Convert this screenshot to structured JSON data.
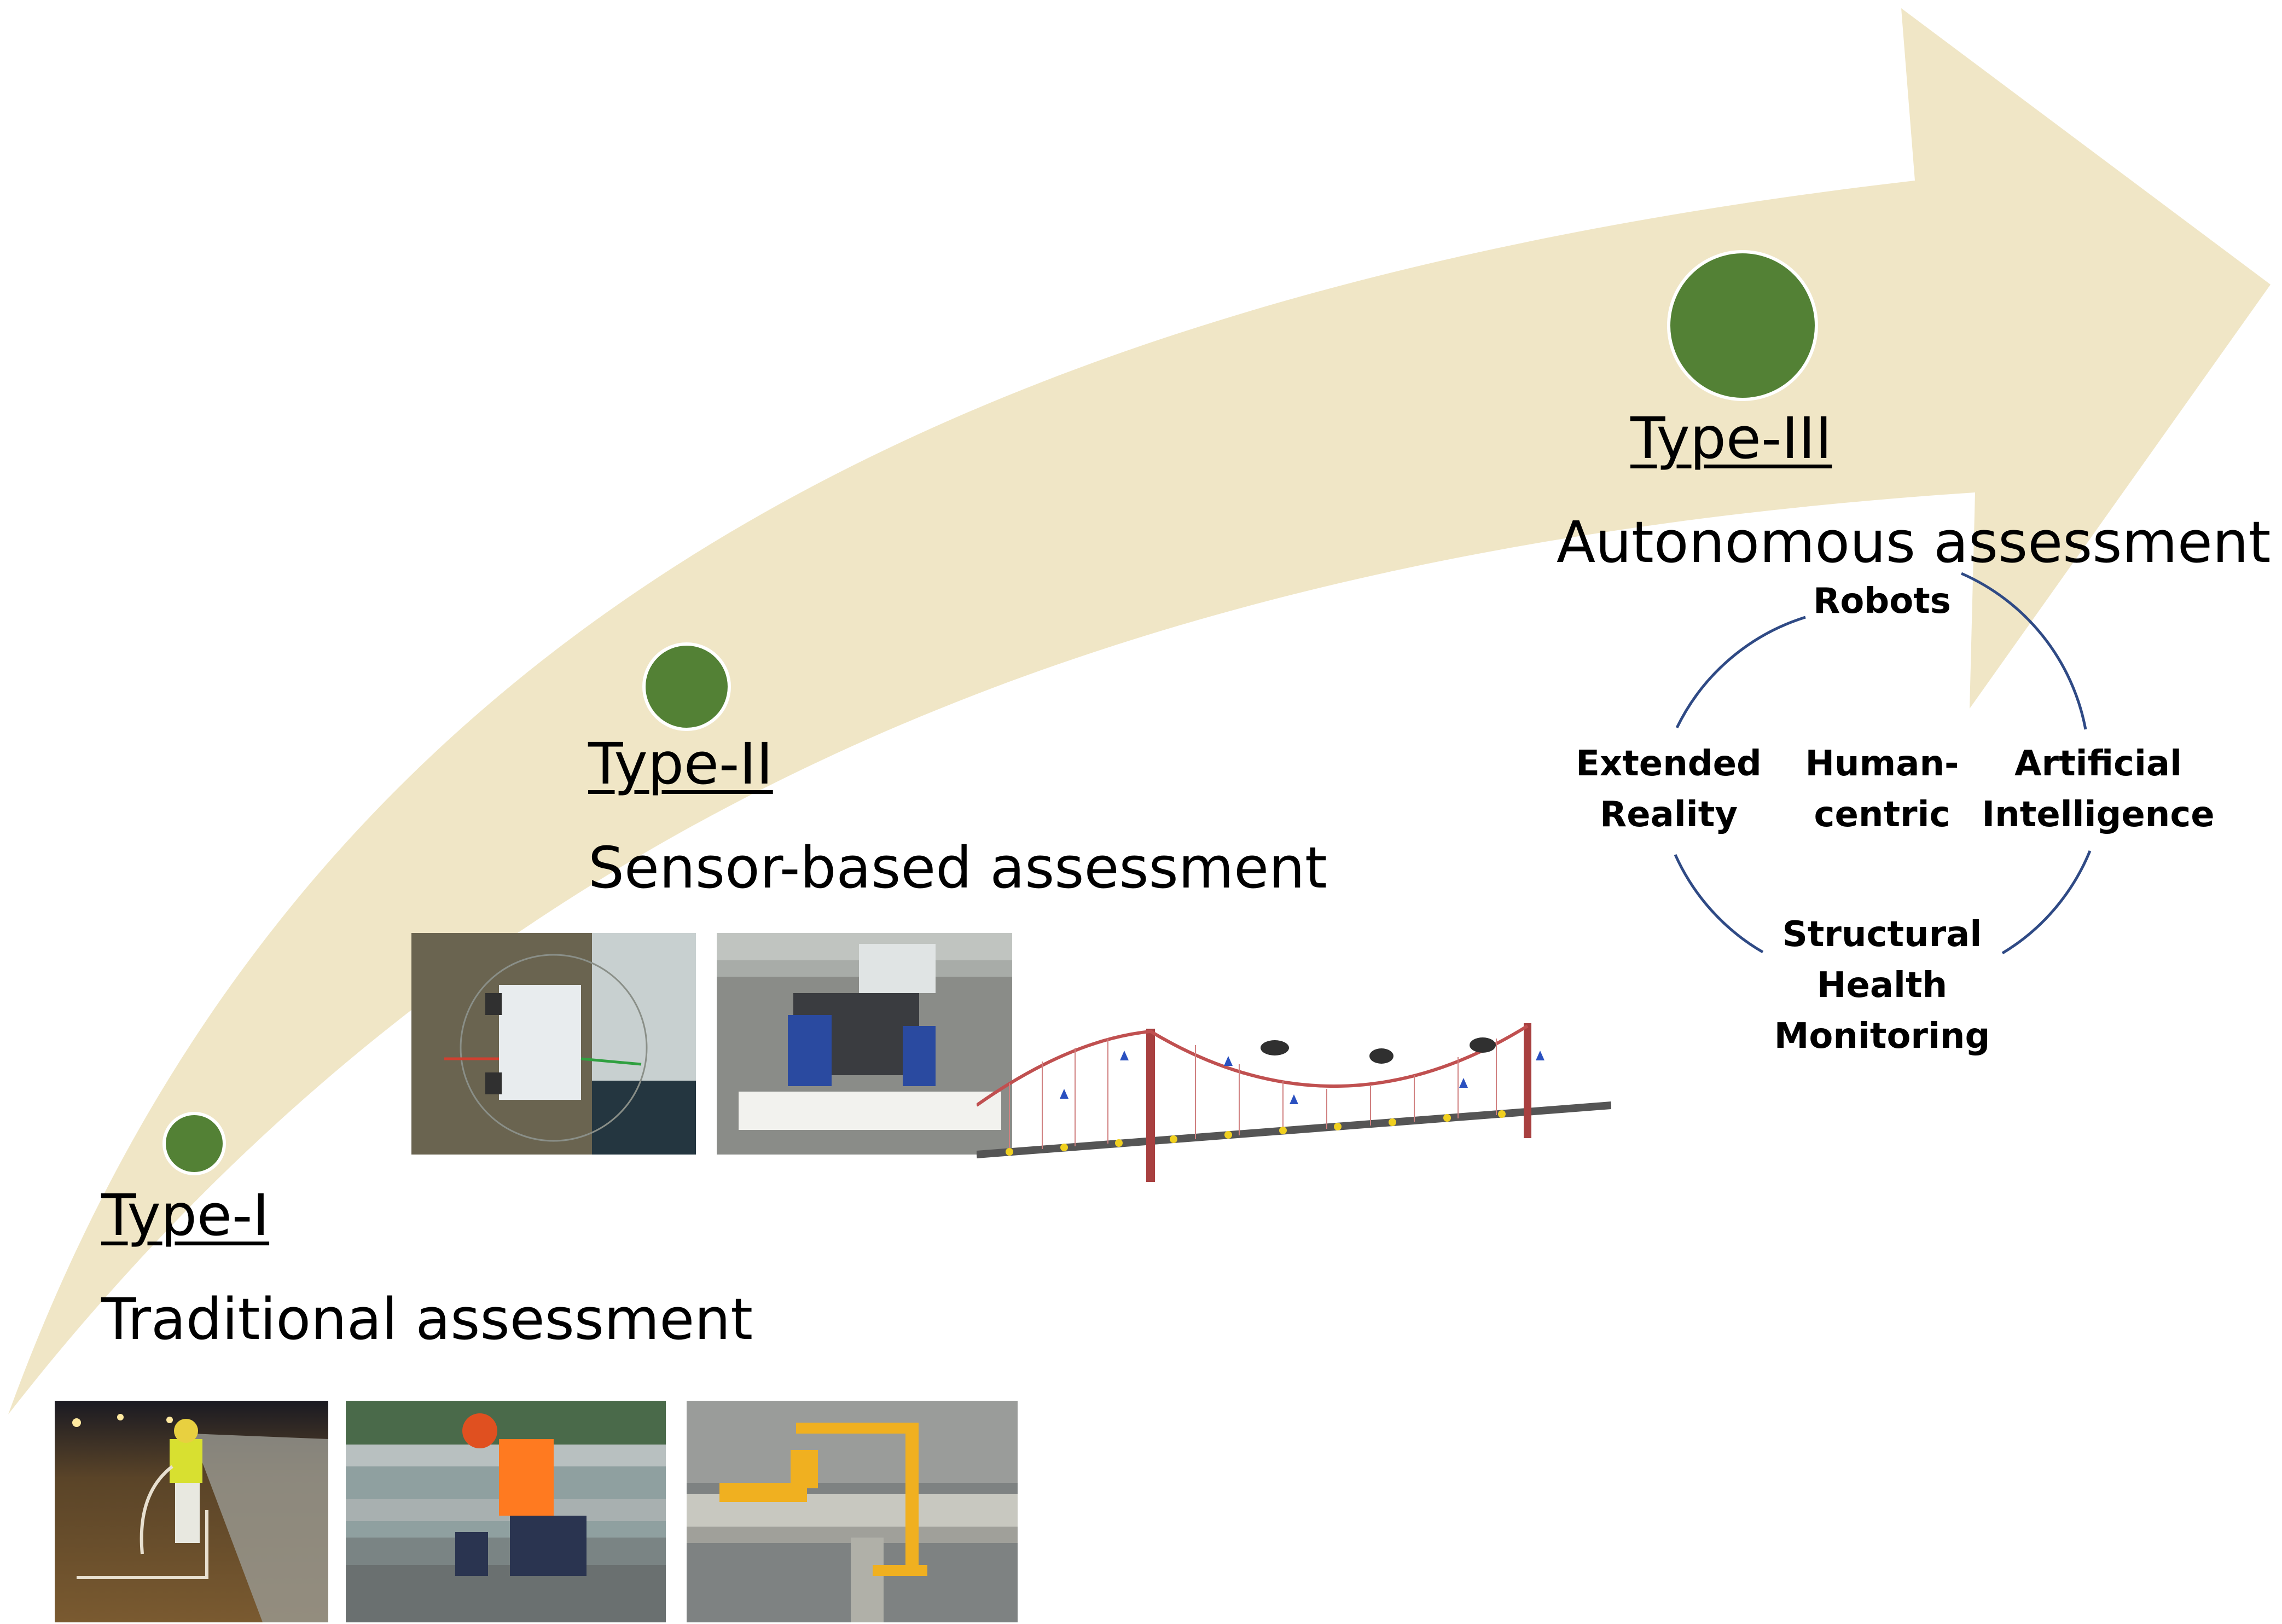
{
  "colors": {
    "arrow": "#f0e6c6",
    "dot": "#538135",
    "dot_border": "#ffffff",
    "cycle_line": "#2f4a85"
  },
  "stages": [
    {
      "id": "type-1",
      "type_label": "Type-I",
      "title": "Traditional assessment"
    },
    {
      "id": "type-2",
      "type_label": "Type-II",
      "title": "Sensor-based assessment"
    },
    {
      "id": "type-3",
      "type_label": "Type-III",
      "title": "Autonomous assessment"
    }
  ],
  "cycle": {
    "top": "Robots",
    "left": [
      "Extended",
      "Reality"
    ],
    "center": [
      "Human-",
      "centric"
    ],
    "right": [
      "Artificial",
      "Intelligence"
    ],
    "bottom": [
      "Structural",
      "Health",
      "Monitoring"
    ]
  },
  "photos": {
    "type_1": [
      "crack-marking-inspector-photo",
      "hammer-sounding-inspector-photo",
      "under-bridge-inspection-truck-photo"
    ],
    "type_2": [
      "wireless-sensor-on-bridge-tower-photo",
      "sensor-cart-on-deck-photo",
      "sensor-network-suspension-bridge-illustration"
    ]
  }
}
